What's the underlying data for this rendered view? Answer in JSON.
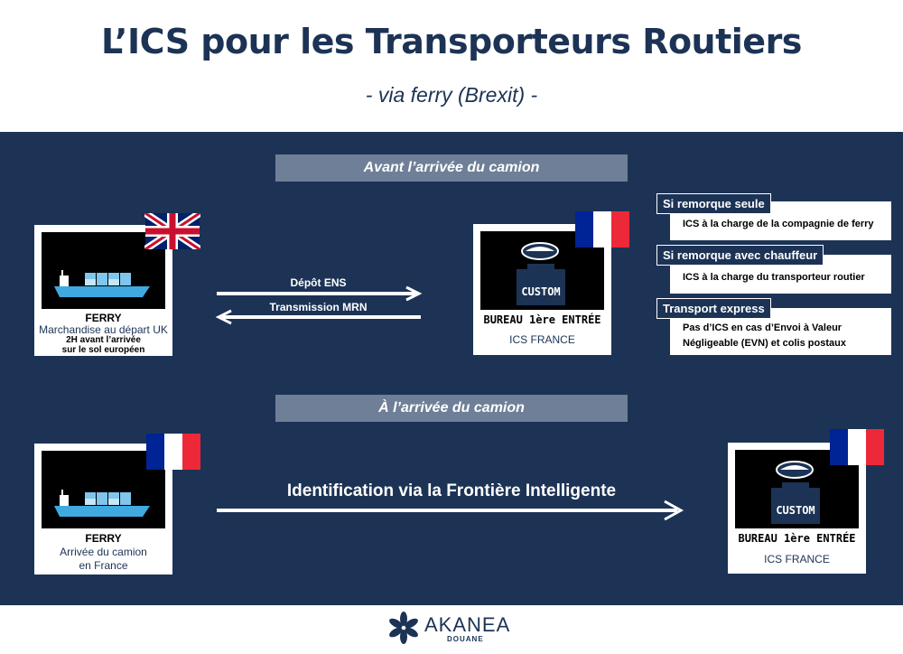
{
  "header": {
    "title": "L’ICS pour les Transporteurs Routiers",
    "subtitle": "- via ferry (Brexit) -"
  },
  "section_before": {
    "band_label": "Avant l’arrivée du camion",
    "ferry_card": {
      "title": "FERRY",
      "line1": "Marchandise au départ UK",
      "line2": "2H avant l’arrivée",
      "line3": "sur le sol européen",
      "flag_icon": "uk-flag-icon"
    },
    "arrow_right_label": "Dépôt ENS",
    "arrow_left_label": "Transmission MRN",
    "customs_card": {
      "badge": "CUSTOM",
      "title": "BUREAU 1ère ENTRÉE",
      "subtitle": "ICS FRANCE",
      "flag_icon": "france-flag-icon"
    },
    "info": [
      {
        "tag": "Si remorque seule",
        "text": "ICS à la charge de la compagnie de ferry"
      },
      {
        "tag": "Si remorque avec chauffeur",
        "text": "ICS à la charge du transporteur routier"
      },
      {
        "tag": "Transport express",
        "text1": "Pas d’ICS en cas d’Envoi à Valeur",
        "text2": "Négligeable (EVN) et colis postaux"
      }
    ]
  },
  "section_after": {
    "band_label": "À l’arrivée du camion",
    "ferry_card": {
      "title": "FERRY",
      "line1": "Arrivée du camion",
      "line2": "en France",
      "flag_icon": "france-flag-icon"
    },
    "arrow_label": "Identification via la Frontière Intelligente",
    "customs_card": {
      "badge": "CUSTOM",
      "title": "BUREAU 1ère ENTRÉE",
      "subtitle": "ICS FRANCE",
      "flag_icon": "france-flag-icon"
    }
  },
  "footer": {
    "brand": "AKANEA",
    "brand_sub": "DOUANE",
    "logo_icon": "akanea-flower-icon"
  },
  "colors": {
    "navy": "#1c3355",
    "band": "#6e7f97",
    "ship_blue": "#3fa9e0",
    "flag_blue": "#002395",
    "flag_red": "#ed2939"
  }
}
